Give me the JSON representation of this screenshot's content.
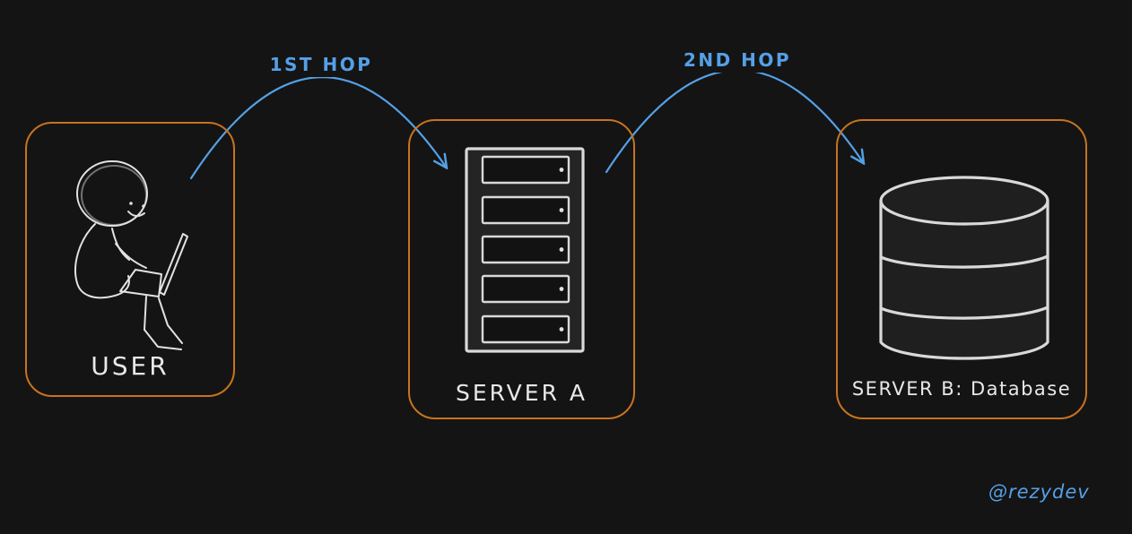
{
  "canvas": {
    "background_color": "#141414",
    "watermark": "@rezydev"
  },
  "palette": {
    "node_border_orange": "#c9731d",
    "arrow_blue": "#55a0e6",
    "sketch_white": "#e2e2e2"
  },
  "nodes": [
    {
      "id": "user",
      "label": "USER",
      "icon": "person-at-laptop-icon"
    },
    {
      "id": "server-a",
      "label": "SERVER A",
      "icon": "server-rack-icon"
    },
    {
      "id": "server-b",
      "label": "SERVER B: Database",
      "icon": "database-cylinder-icon"
    }
  ],
  "arrows": [
    {
      "id": "hop-1",
      "label": "1ST HOP",
      "from": "user",
      "to": "server-a"
    },
    {
      "id": "hop-2",
      "label": "2ND HOP",
      "from": "server-a",
      "to": "server-b"
    }
  ]
}
